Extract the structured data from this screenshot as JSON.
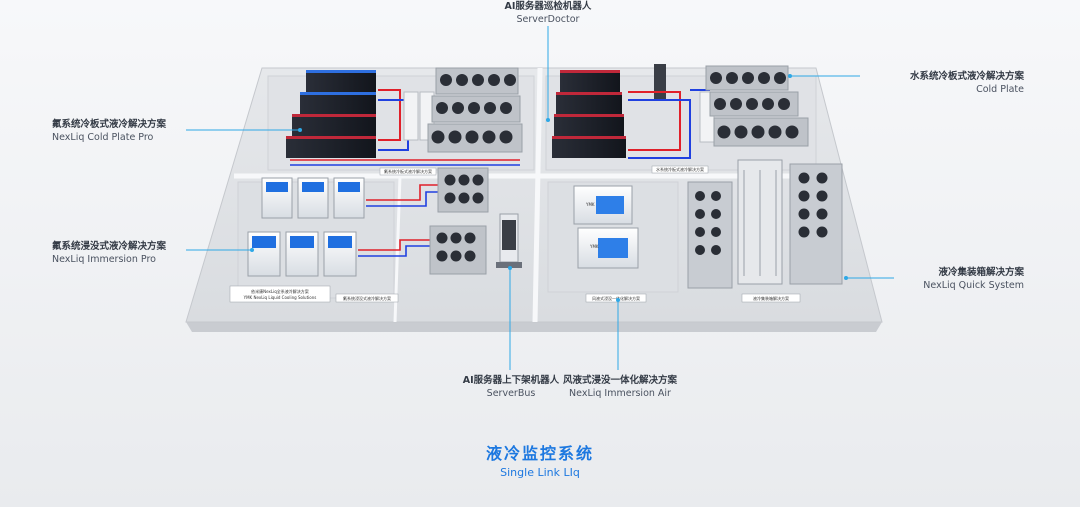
{
  "top_label": {
    "cn": "AI服务器巡检机器人",
    "en": "ServerDoctor"
  },
  "left_labels": [
    {
      "cn": "氟系统冷板式液冷解决方案",
      "en": "NexLiq Cold Plate Pro"
    },
    {
      "cn": "氟系统浸没式液冷解决方案",
      "en": "NexLiq Immersion Pro"
    }
  ],
  "right_labels": [
    {
      "cn": "水系统冷板式液冷解决方案",
      "en": "Cold Plate"
    },
    {
      "cn": "液冷集装箱解决方案",
      "en": "NexLiq Quick System"
    }
  ],
  "bottom_labels": [
    {
      "cn": "AI服务器上下架机器人",
      "en": "ServerBus"
    },
    {
      "cn": "风液式浸没一体化解决方案",
      "en": "NexLiq Immersion Air"
    }
  ],
  "placards": {
    "brand_cn": "依米康NexLiq全系液冷解决方案",
    "brand_en": "YMK NexLiq Liquid Cooling Solutions",
    "immersion_pro": "氟系统浸没式液冷解决方案",
    "immersion_air": "风液式浸没一体化解决方案",
    "quick_system": "液冷集装箱解决方案",
    "cold_plate_pro": "氟系统冷板式液冷解决方案",
    "cold_plate": "水系统冷板式液冷解决方案"
  },
  "tank_brand": "YMK",
  "title": {
    "cn": "液冷监控系统",
    "en": "Single Link LIq"
  },
  "colors": {
    "accent": "#1d78e0",
    "leader": "#2ea8e6",
    "pipe_red": "#e0202a",
    "pipe_blue": "#2040e0"
  }
}
